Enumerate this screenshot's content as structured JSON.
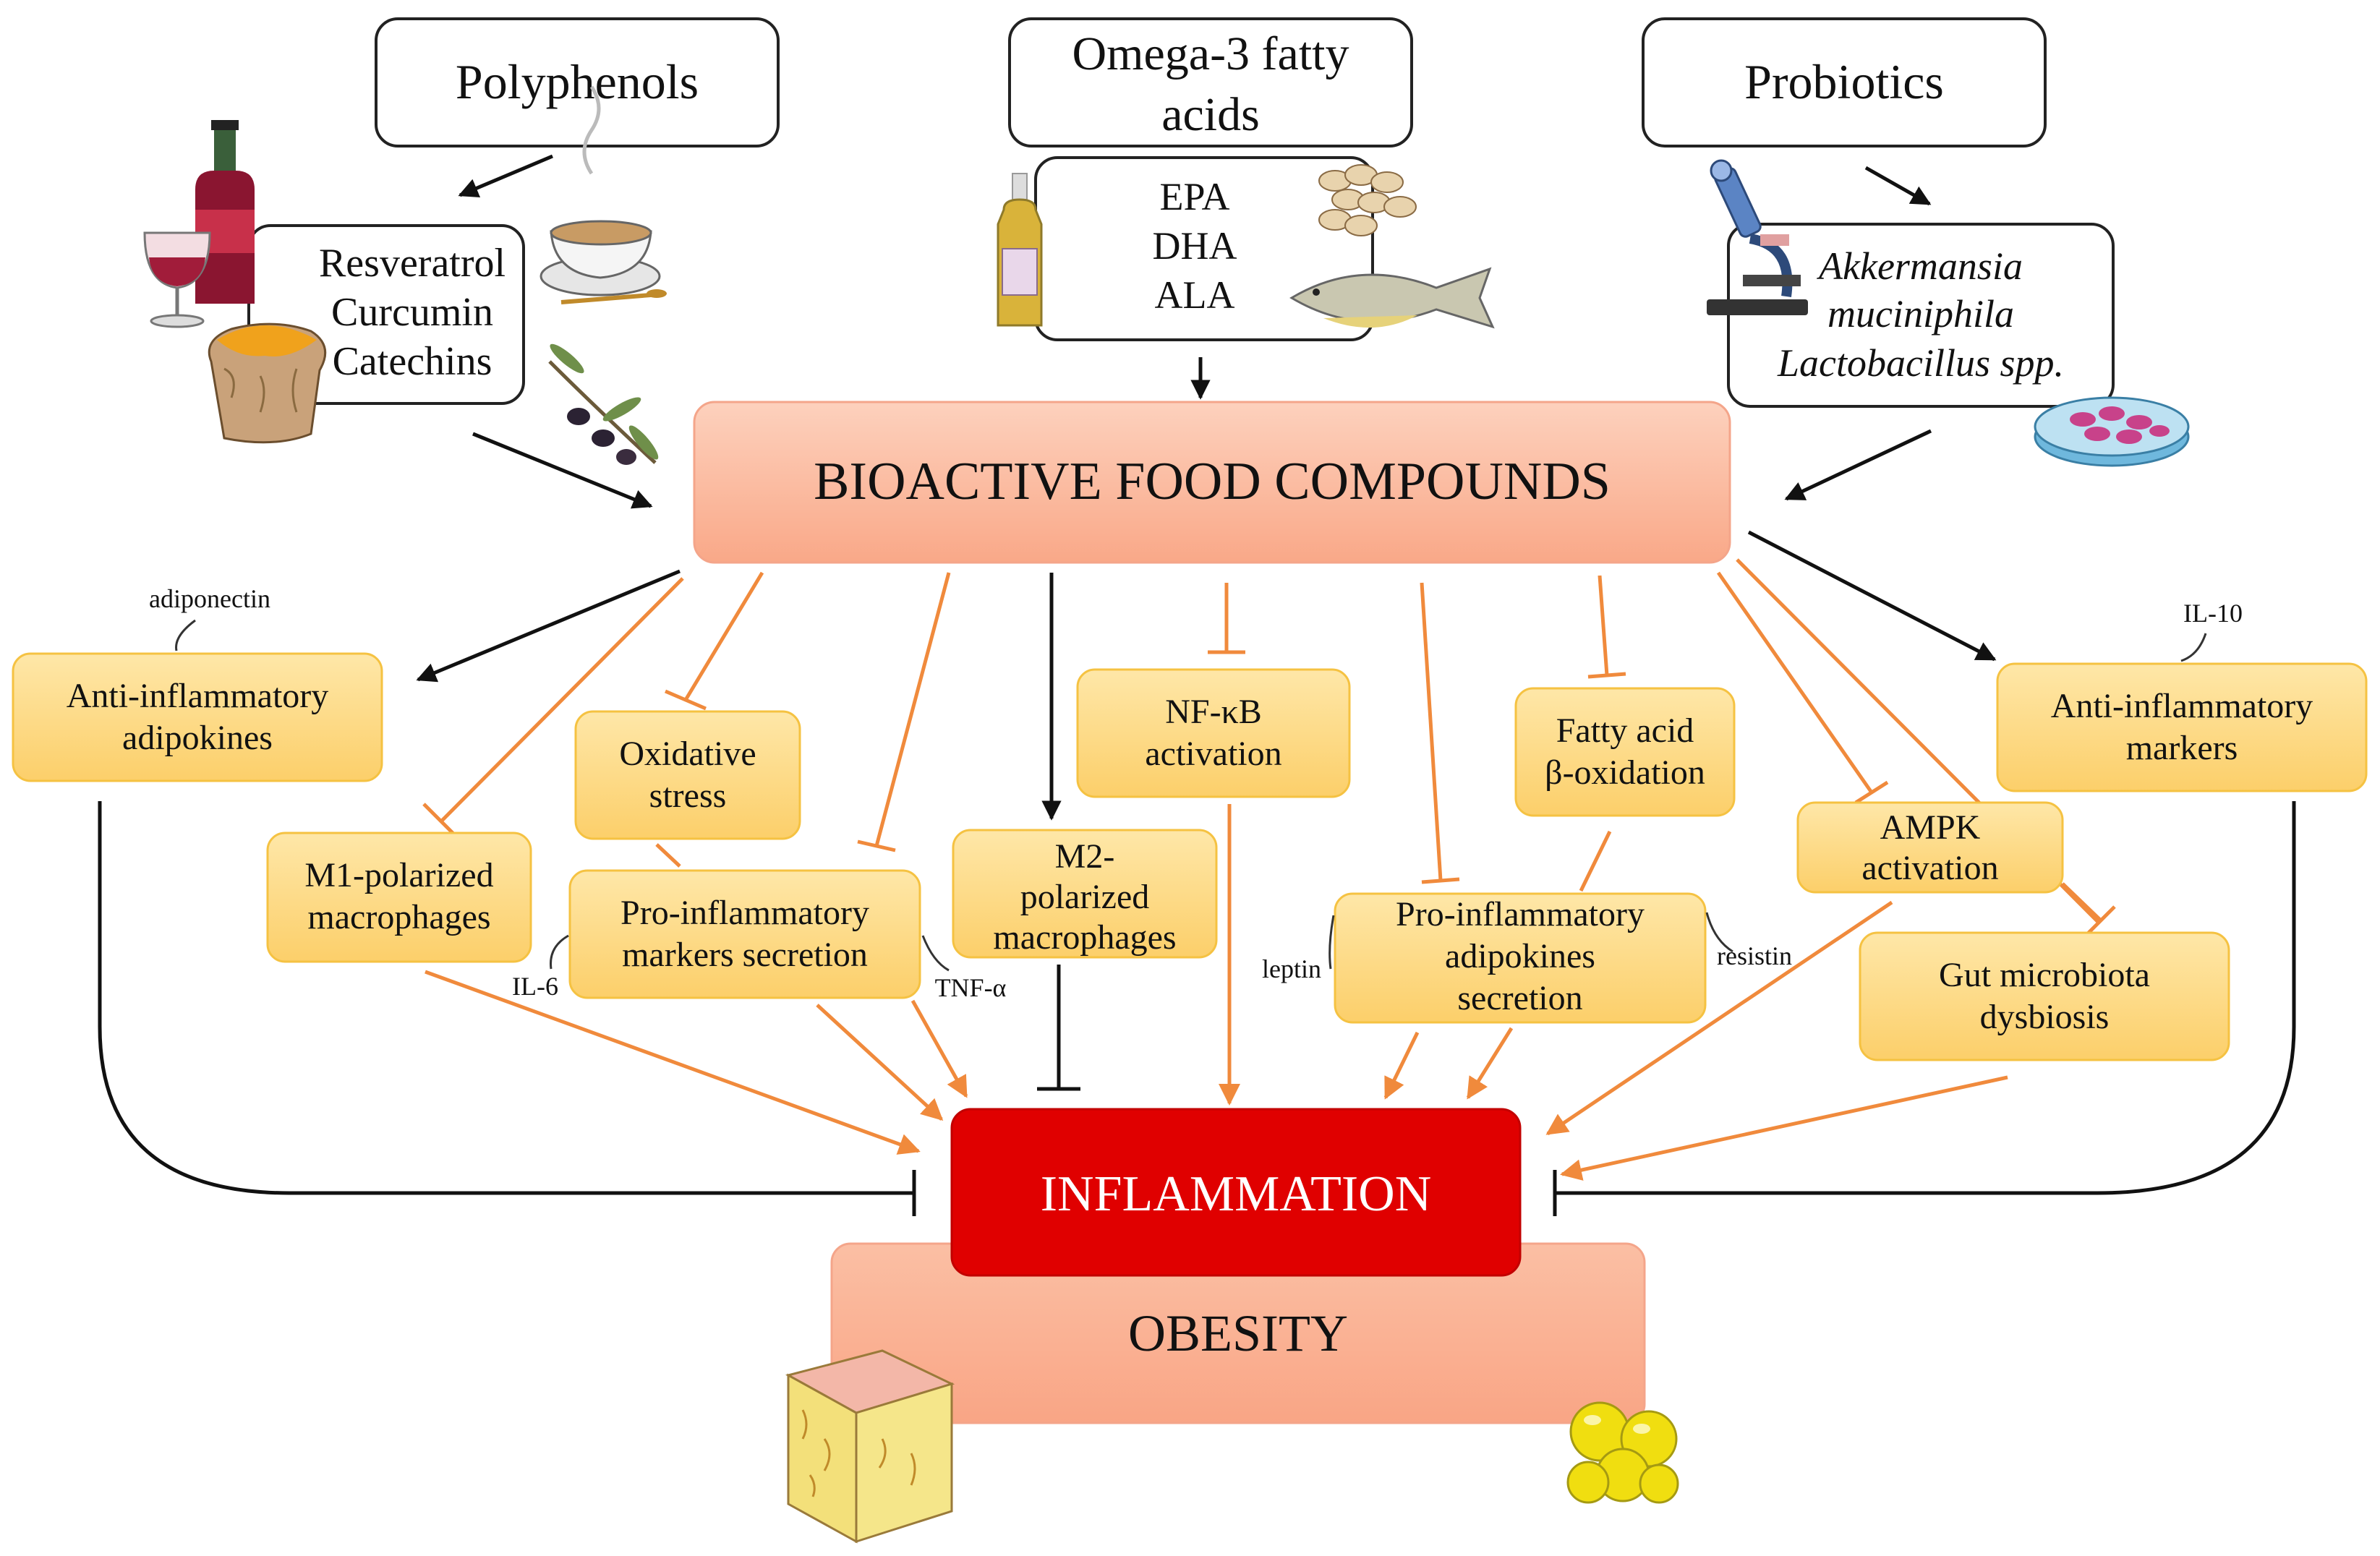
{
  "sources": {
    "polyphenols": {
      "title": "Polyphenols",
      "items": [
        "Resveratrol",
        "Curcumin",
        "Catechins"
      ]
    },
    "omega3": {
      "title_lines": [
        "Omega-3 fatty",
        "acids"
      ],
      "items": [
        "EPA",
        "DHA",
        "ALA"
      ]
    },
    "probiotics": {
      "title": "Probiotics",
      "items": [
        "Akkermansia",
        "muciniphila",
        "Lactobacillus spp."
      ]
    }
  },
  "center": {
    "label": "BIOACTIVE FOOD COMPOUNDS"
  },
  "effects": {
    "anti_adipokines": {
      "lines": [
        "Anti-inflammatory",
        "adipokines"
      ],
      "annotation": "adiponectin"
    },
    "m1": {
      "lines": [
        "M1-polarized",
        "macrophages"
      ]
    },
    "oxidative": {
      "lines": [
        "Oxidative",
        "stress"
      ]
    },
    "pro_markers": {
      "lines": [
        "Pro-inflammatory",
        "markers secretion"
      ],
      "annotation_left": "IL-6",
      "annotation_right": "TNF-α"
    },
    "m2": {
      "lines": [
        "M2-",
        "polarized",
        "macrophages"
      ]
    },
    "nfkb": {
      "lines": [
        "NF-κB",
        "activation"
      ]
    },
    "pro_adipokines": {
      "lines": [
        "Pro-inflammatory",
        "adipokines",
        "secretion"
      ],
      "annotation_left": "leptin",
      "annotation_right": "resistin"
    },
    "fatty_acid": {
      "lines": [
        "Fatty acid",
        "β-oxidation"
      ]
    },
    "ampk": {
      "lines": [
        "AMPK",
        "activation"
      ]
    },
    "gut": {
      "lines": [
        "Gut microbiota",
        "dysbiosis"
      ]
    },
    "anti_markers": {
      "lines": [
        "Anti-inflammatory",
        "markers"
      ],
      "annotation": "IL-10"
    }
  },
  "outcomes": {
    "inflammation": "INFLAMMATION",
    "obesity": "OBESITY"
  },
  "colors": {
    "orange_arrow": "#f08a3c",
    "black_arrow": "#111111",
    "center_fill": "#fcb79b",
    "effect_fill": "#fddb86",
    "effect_stroke": "#f5c242",
    "inflammation_fill": "#e00000",
    "obesity_fill": "#fcb79b"
  },
  "icons": [
    "wine-bottle-icon",
    "wine-glass-icon",
    "coffee-cup-icon",
    "spice-sack-icon",
    "olive-branch-icon",
    "oil-bottle-icon",
    "nuts-icon",
    "fish-icon",
    "microscope-icon",
    "petri-dish-icon",
    "adipose-tissue-icon",
    "fat-cells-icon"
  ]
}
